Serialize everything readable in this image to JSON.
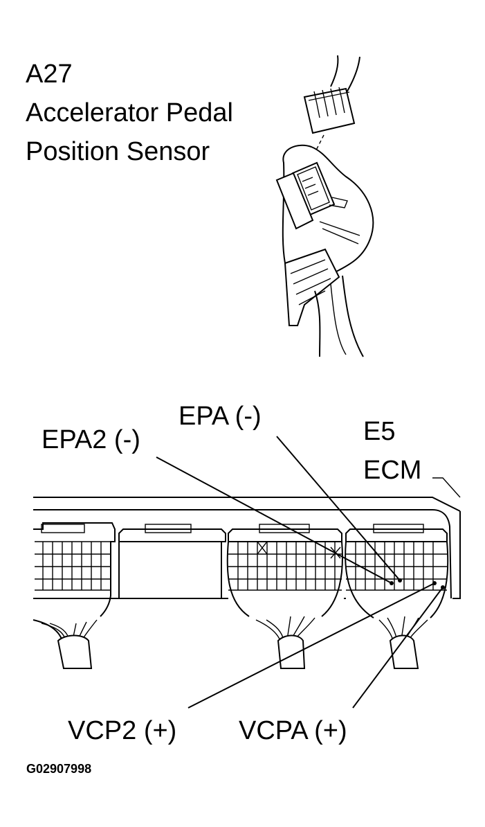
{
  "sensor": {
    "id": "A27",
    "name_line1": "Accelerator Pedal",
    "name_line2": "Position Sensor"
  },
  "ecm": {
    "id": "E5",
    "name": "ECM"
  },
  "callouts": {
    "epa2": "EPA2  (-)",
    "epa": "EPA  (-)",
    "vcp2": "VCP2 (+)",
    "vcpa": "VCPA (+)"
  },
  "figure_code": "G02907998"
}
